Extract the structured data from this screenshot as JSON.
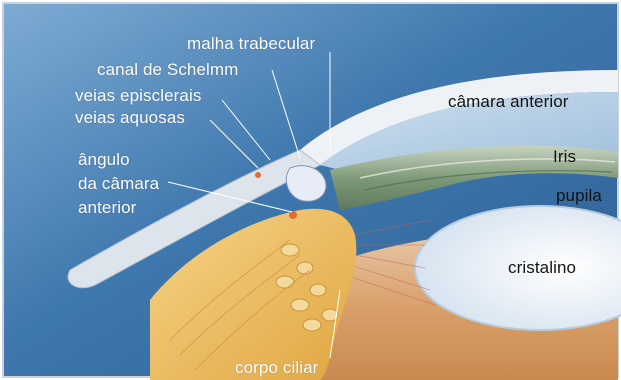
{
  "colors": {
    "background_blue": "#3f78ae",
    "cornea_sclera_white": "#eef2f6",
    "anterior_chamber": "#d9e6f2",
    "iris_green": "#8fa98a",
    "ciliary_yellow": "#e9b955",
    "lens_white": "#f4f7fb",
    "label_light": "#ffffff",
    "label_dark": "#141414"
  },
  "labels": {
    "malha_trabecular": "malha trabecular",
    "canal_schelmm": "canal de Schelmm",
    "veias_episclerais": "veias episclerais",
    "veias_aquosas": "veias aquosas",
    "angulo_line1": "ângulo",
    "angulo_line2": "da câmara",
    "angulo_line3": "anterior",
    "camara_anterior": "câmara anterior",
    "iris": "Iris",
    "pupila": "pupila",
    "cristalino": "cristalino",
    "corpo_ciliar": "corpo ciliar"
  }
}
